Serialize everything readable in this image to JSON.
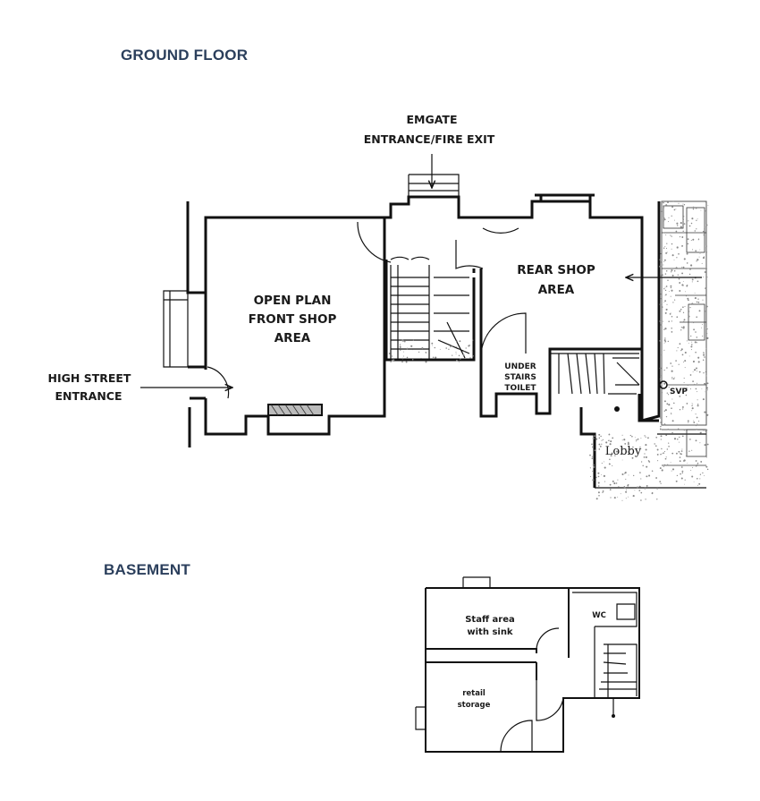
{
  "headings": {
    "ground_floor": "GROUND FLOOR",
    "basement": "BASEMENT"
  },
  "ground_floor_labels": {
    "emgate_line1": "EMGATE",
    "emgate_line2": "ENTRANCE/FIRE EXIT",
    "front_shop_line1": "OPEN PLAN",
    "front_shop_line2": "FRONT SHOP",
    "front_shop_line3": "AREA",
    "rear_shop_line1": "REAR SHOP",
    "rear_shop_line2": "AREA",
    "high_street_line1": "HIGH STREET",
    "high_street_line2": "ENTRANCE",
    "toilet_line1": "UNDER",
    "toilet_line2": "STAIRS",
    "toilet_line3": "TOILET",
    "lobby": "Lobby",
    "svp": "SVP"
  },
  "basement_labels": {
    "staff_line1": "Staff area",
    "staff_line2": "with sink",
    "retail_line1": "retail",
    "retail_line2": "storage",
    "wc": "WC"
  },
  "colors": {
    "heading": "#2b3f5c",
    "ink": "#111111"
  }
}
